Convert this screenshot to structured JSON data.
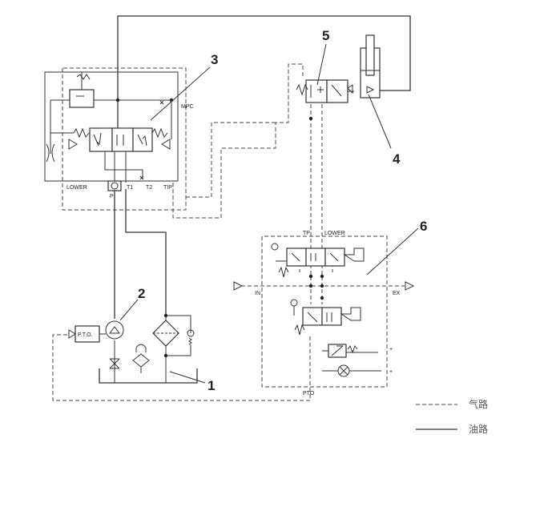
{
  "components": {
    "c1": "1",
    "c2": "2",
    "c3": "3",
    "c4": "4",
    "c5": "5",
    "c6": "6"
  },
  "labels": {
    "mpc": "MPC",
    "lower_valve": "LOWER",
    "port_p": "P",
    "t1": "T1",
    "t2": "T2",
    "tip_valve": "TIP",
    "pto": "P.T.O.",
    "tp": "TP",
    "lower_panel": "LOWER",
    "in": "IN",
    "ex": "EX",
    "pto_panel": "PTO",
    "plus1": "+",
    "plus2": "+"
  },
  "legend": {
    "air_line": "气路",
    "oil_line": "油路"
  }
}
